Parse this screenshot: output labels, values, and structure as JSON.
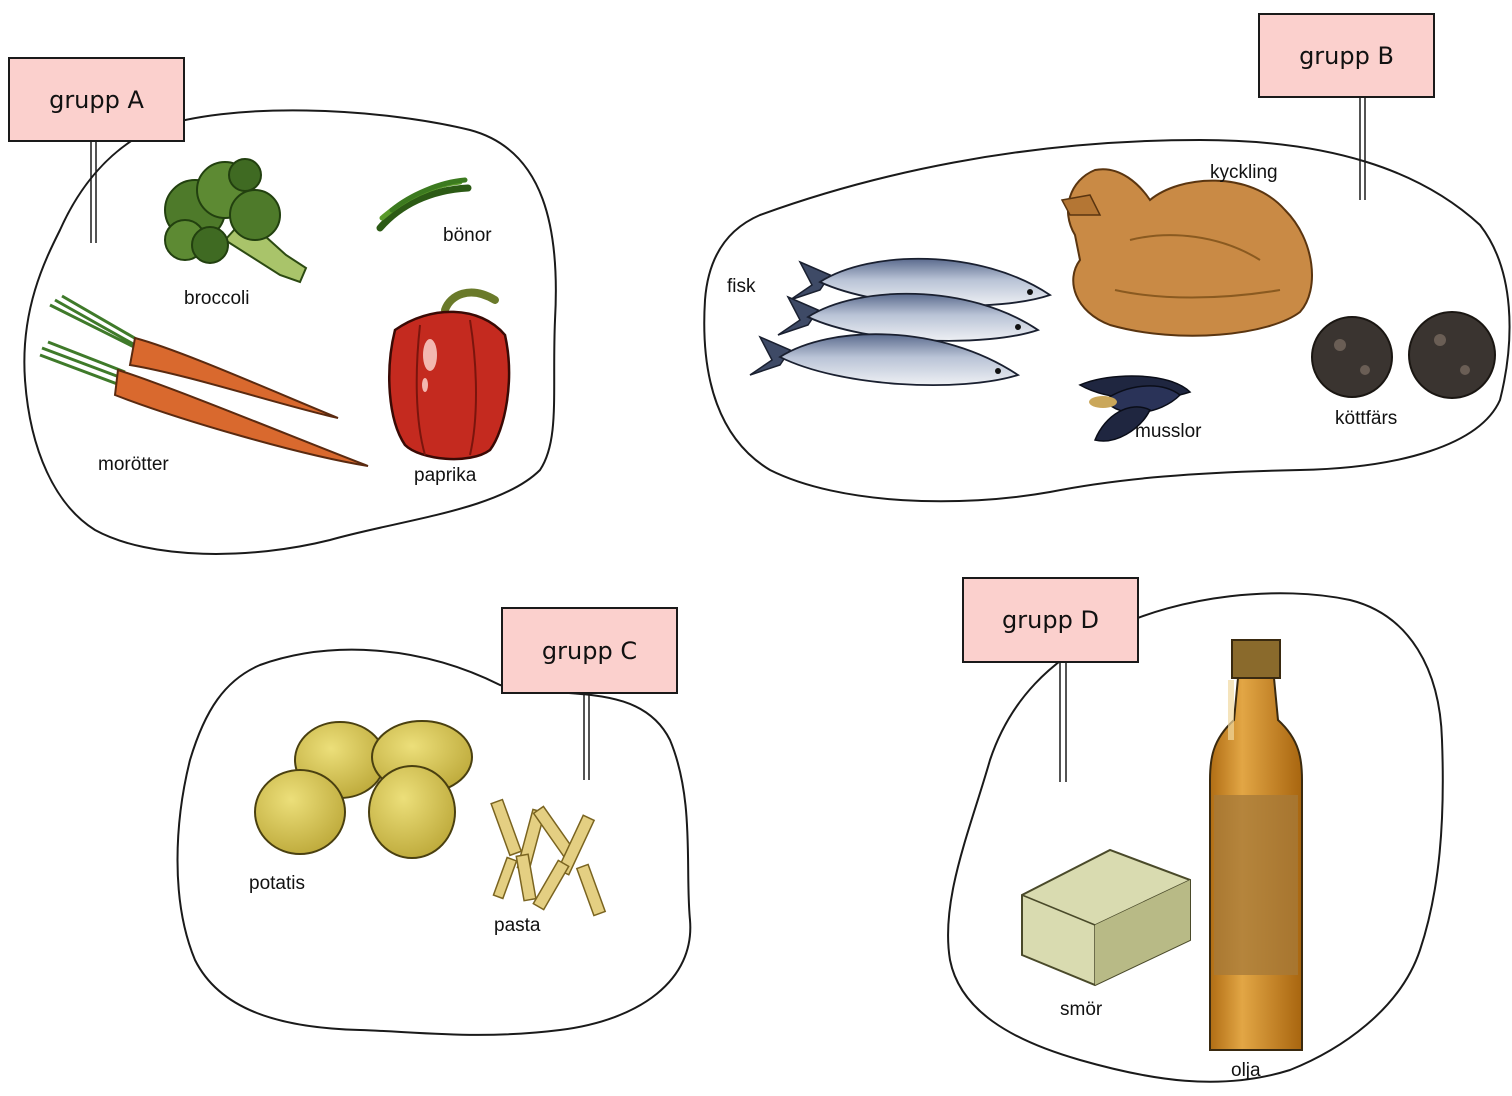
{
  "groups": [
    {
      "label": "grupp A",
      "foods": [
        "broccoli",
        "bönor",
        "morötter",
        "paprika"
      ]
    },
    {
      "label": "grupp B",
      "foods": [
        "kyckling",
        "fisk",
        "musslor",
        "köttfärs"
      ]
    },
    {
      "label": "grupp C",
      "foods": [
        "potatis",
        "pasta"
      ]
    },
    {
      "label": "grupp D",
      "foods": [
        "smör",
        "olja"
      ]
    }
  ],
  "colors": {
    "sign_fill": "#fbd0cd",
    "outline": "#1a1a1a",
    "carrot": "#d9692e",
    "broccoli": "#4e7a2a",
    "pepper": "#c42a1f",
    "fish": "#8e9cb6",
    "chicken": "#c98a45",
    "mince": "#3a3430",
    "potato": "#d3c85a",
    "pasta": "#e4cf82",
    "butter": "#d9dbb0",
    "oil": "#c98a2c"
  }
}
